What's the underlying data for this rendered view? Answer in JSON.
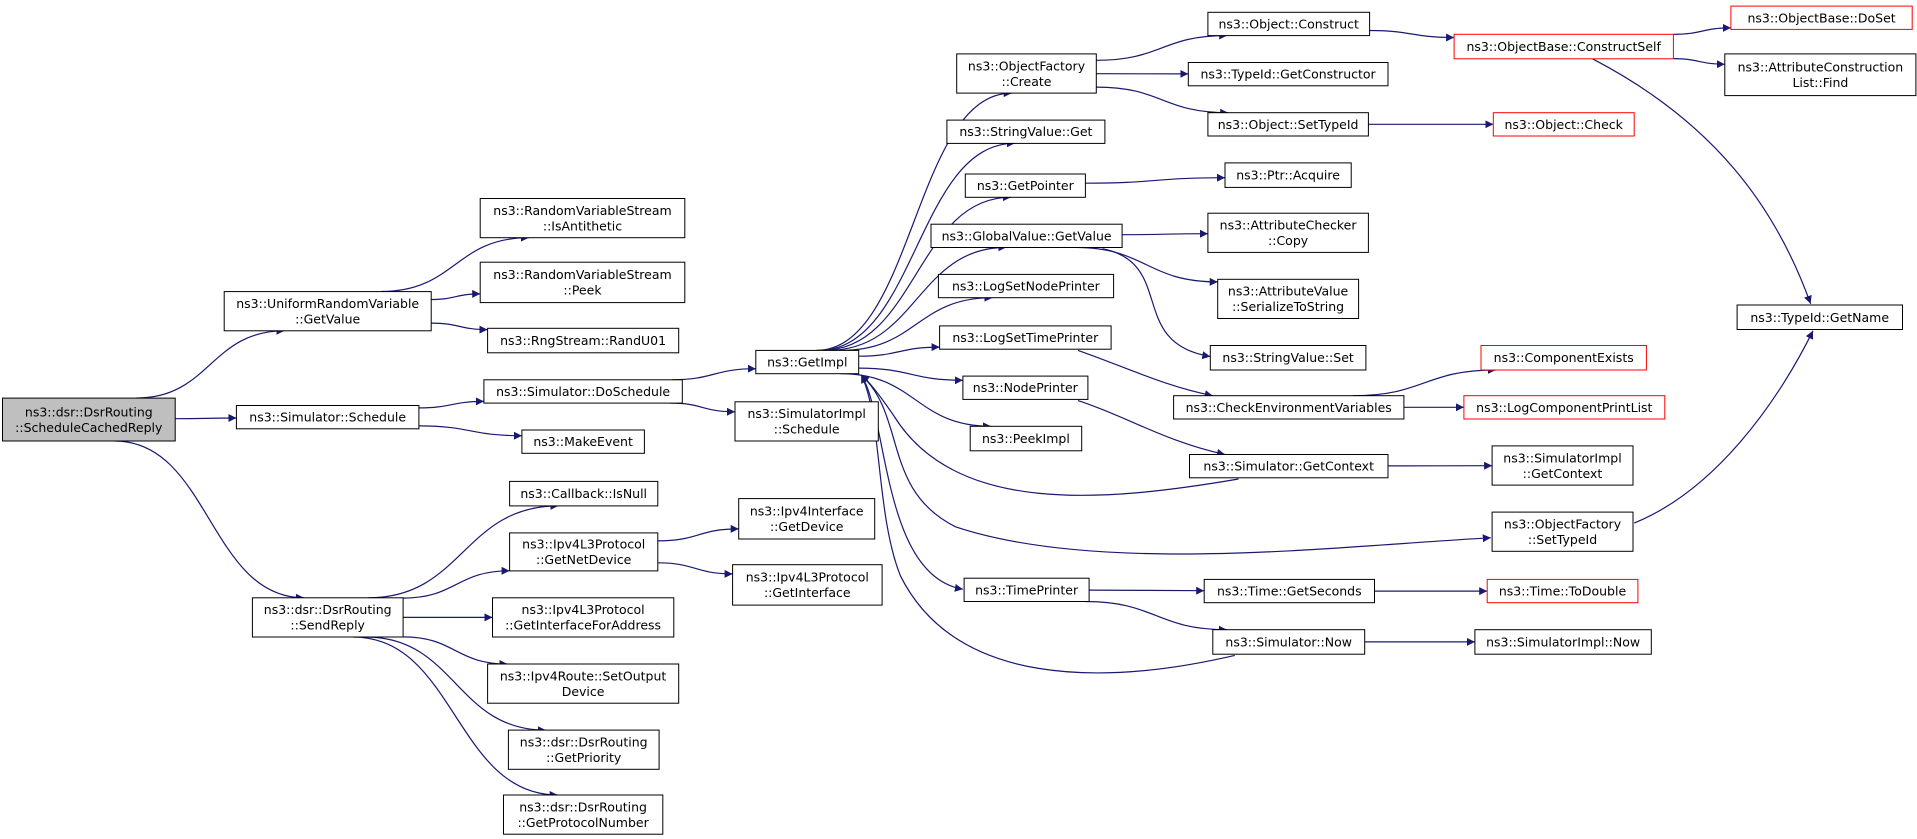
{
  "graph": {
    "colors": {
      "edge": "#191970",
      "truncated_border": "#ff0000",
      "root_fill": "#bfbfbf",
      "node_border": "#000000"
    },
    "nodes": [
      {
        "id": "root",
        "lines": [
          "ns3::dsr::DsrRouting",
          "::ScheduleCachedReply"
        ],
        "kind": "root"
      },
      {
        "id": "urv_getvalue",
        "lines": [
          "ns3::UniformRandomVariable",
          "::GetValue"
        ]
      },
      {
        "id": "rvs_isanti",
        "lines": [
          "ns3::RandomVariableStream",
          "::IsAntithetic"
        ]
      },
      {
        "id": "rvs_peek",
        "lines": [
          "ns3::RandomVariableStream",
          "::Peek"
        ]
      },
      {
        "id": "rng_randu01",
        "lines": [
          "ns3::RngStream::RandU01"
        ]
      },
      {
        "id": "sim_schedule",
        "lines": [
          "ns3::Simulator::Schedule"
        ]
      },
      {
        "id": "sim_doschedule",
        "lines": [
          "ns3::Simulator::DoSchedule"
        ]
      },
      {
        "id": "makeevent",
        "lines": [
          "ns3::MakeEvent"
        ]
      },
      {
        "id": "getimpl",
        "lines": [
          "ns3::GetImpl"
        ]
      },
      {
        "id": "simimpl_schedule",
        "lines": [
          "ns3::SimulatorImpl",
          "::Schedule"
        ]
      },
      {
        "id": "sendreply",
        "lines": [
          "ns3::dsr::DsrRouting",
          "::SendReply"
        ]
      },
      {
        "id": "cb_isnull",
        "lines": [
          "ns3::Callback::IsNull"
        ]
      },
      {
        "id": "ipv4l3_getnetdevice",
        "lines": [
          "ns3::Ipv4L3Protocol",
          "::GetNetDevice"
        ]
      },
      {
        "id": "ipv4if_getdevice",
        "lines": [
          "ns3::Ipv4Interface",
          "::GetDevice"
        ]
      },
      {
        "id": "ipv4l3_getinterface",
        "lines": [
          "ns3::Ipv4L3Protocol",
          "::GetInterface"
        ]
      },
      {
        "id": "ipv4l3_getifaddr",
        "lines": [
          "ns3::Ipv4L3Protocol",
          "::GetInterfaceForAddress"
        ]
      },
      {
        "id": "ipv4route_setout",
        "lines": [
          "ns3::Ipv4Route::SetOutput",
          "Device"
        ]
      },
      {
        "id": "dsr_getpriority",
        "lines": [
          "ns3::dsr::DsrRouting",
          "::GetPriority"
        ]
      },
      {
        "id": "dsr_getprotonum",
        "lines": [
          "ns3::dsr::DsrRouting",
          "::GetProtocolNumber"
        ]
      },
      {
        "id": "objfactory_create",
        "lines": [
          "ns3::ObjectFactory",
          "::Create"
        ]
      },
      {
        "id": "stringvalue_get",
        "lines": [
          "ns3::StringValue::Get"
        ]
      },
      {
        "id": "getpointer",
        "lines": [
          "ns3::GetPointer"
        ]
      },
      {
        "id": "globalvalue_getvalue",
        "lines": [
          "ns3::GlobalValue::GetValue"
        ]
      },
      {
        "id": "logsetnodeprinter",
        "lines": [
          "ns3::LogSetNodePrinter"
        ]
      },
      {
        "id": "logsettimeprinter",
        "lines": [
          "ns3::LogSetTimePrinter"
        ]
      },
      {
        "id": "nodeprinter",
        "lines": [
          "ns3::NodePrinter"
        ]
      },
      {
        "id": "peekimpl",
        "lines": [
          "ns3::PeekImpl"
        ]
      },
      {
        "id": "timeprinter",
        "lines": [
          "ns3::TimePrinter"
        ]
      },
      {
        "id": "object_construct",
        "lines": [
          "ns3::Object::Construct"
        ]
      },
      {
        "id": "typeid_getconstructor",
        "lines": [
          "ns3::TypeId::GetConstructor"
        ]
      },
      {
        "id": "object_settypeid",
        "lines": [
          "ns3::Object::SetTypeId"
        ]
      },
      {
        "id": "ptr_acquire",
        "lines": [
          "ns3::Ptr::Acquire"
        ]
      },
      {
        "id": "attrchecker_copy",
        "lines": [
          "ns3::AttributeChecker",
          "::Copy"
        ]
      },
      {
        "id": "attrvalue_serialize",
        "lines": [
          "ns3::AttributeValue",
          "::SerializeToString"
        ]
      },
      {
        "id": "stringvalue_set",
        "lines": [
          "ns3::StringValue::Set"
        ]
      },
      {
        "id": "checkenvvars",
        "lines": [
          "ns3::CheckEnvironmentVariables"
        ]
      },
      {
        "id": "sim_getcontext",
        "lines": [
          "ns3::Simulator::GetContext"
        ]
      },
      {
        "id": "objfactory_settypeid",
        "lines": [
          "ns3::ObjectFactory",
          "::SetTypeId"
        ]
      },
      {
        "id": "time_getseconds",
        "lines": [
          "ns3::Time::GetSeconds"
        ]
      },
      {
        "id": "sim_now",
        "lines": [
          "ns3::Simulator::Now"
        ]
      },
      {
        "id": "objbase_constructself",
        "lines": [
          "ns3::ObjectBase::ConstructSelf"
        ],
        "kind": "trunc"
      },
      {
        "id": "object_check",
        "lines": [
          "ns3::Object::Check"
        ],
        "kind": "trunc"
      },
      {
        "id": "componentexists",
        "lines": [
          "ns3::ComponentExists"
        ],
        "kind": "trunc"
      },
      {
        "id": "logcomponentprintlist",
        "lines": [
          "ns3::LogComponentPrintList"
        ],
        "kind": "trunc"
      },
      {
        "id": "simimpl_getcontext",
        "lines": [
          "ns3::SimulatorImpl",
          "::GetContext"
        ]
      },
      {
        "id": "time_todouble",
        "lines": [
          "ns3::Time::ToDouble"
        ],
        "kind": "trunc"
      },
      {
        "id": "simimpl_now",
        "lines": [
          "ns3::SimulatorImpl::Now"
        ]
      },
      {
        "id": "objbase_doset",
        "lines": [
          "ns3::ObjectBase::DoSet"
        ],
        "kind": "trunc"
      },
      {
        "id": "attrconstlist_find",
        "lines": [
          "ns3::AttributeConstruction",
          "List::Find"
        ]
      },
      {
        "id": "typeid_getname",
        "lines": [
          "ns3::TypeId::GetName"
        ]
      }
    ],
    "edges": [
      [
        "root",
        "urv_getvalue"
      ],
      [
        "root",
        "sim_schedule"
      ],
      [
        "root",
        "sendreply"
      ],
      [
        "urv_getvalue",
        "rvs_isanti"
      ],
      [
        "urv_getvalue",
        "rvs_peek"
      ],
      [
        "urv_getvalue",
        "rng_randu01"
      ],
      [
        "sim_schedule",
        "sim_doschedule"
      ],
      [
        "sim_schedule",
        "makeevent"
      ],
      [
        "sim_doschedule",
        "getimpl"
      ],
      [
        "sim_doschedule",
        "simimpl_schedule"
      ],
      [
        "sendreply",
        "cb_isnull"
      ],
      [
        "sendreply",
        "ipv4l3_getnetdevice"
      ],
      [
        "sendreply",
        "ipv4l3_getifaddr"
      ],
      [
        "sendreply",
        "ipv4route_setout"
      ],
      [
        "sendreply",
        "dsr_getpriority"
      ],
      [
        "sendreply",
        "dsr_getprotonum"
      ],
      [
        "ipv4l3_getnetdevice",
        "ipv4if_getdevice"
      ],
      [
        "ipv4l3_getnetdevice",
        "ipv4l3_getinterface"
      ],
      [
        "getimpl",
        "objfactory_create"
      ],
      [
        "getimpl",
        "stringvalue_get"
      ],
      [
        "getimpl",
        "getpointer"
      ],
      [
        "getimpl",
        "globalvalue_getvalue"
      ],
      [
        "getimpl",
        "logsetnodeprinter"
      ],
      [
        "getimpl",
        "logsettimeprinter"
      ],
      [
        "getimpl",
        "nodeprinter"
      ],
      [
        "getimpl",
        "peekimpl"
      ],
      [
        "getimpl",
        "objfactory_settypeid"
      ],
      [
        "getimpl",
        "timeprinter"
      ],
      [
        "sim_getcontext",
        "getimpl"
      ],
      [
        "sim_now",
        "getimpl"
      ],
      [
        "objfactory_create",
        "object_construct"
      ],
      [
        "objfactory_create",
        "typeid_getconstructor"
      ],
      [
        "objfactory_create",
        "object_settypeid"
      ],
      [
        "object_construct",
        "objbase_constructself"
      ],
      [
        "objbase_constructself",
        "objbase_doset"
      ],
      [
        "objbase_constructself",
        "attrconstlist_find"
      ],
      [
        "objbase_constructself",
        "typeid_getname"
      ],
      [
        "object_settypeid",
        "object_check"
      ],
      [
        "getpointer",
        "ptr_acquire"
      ],
      [
        "globalvalue_getvalue",
        "attrchecker_copy"
      ],
      [
        "globalvalue_getvalue",
        "attrvalue_serialize"
      ],
      [
        "globalvalue_getvalue",
        "stringvalue_set"
      ],
      [
        "logsettimeprinter",
        "checkenvvars"
      ],
      [
        "checkenvvars",
        "componentexists"
      ],
      [
        "checkenvvars",
        "logcomponentprintlist"
      ],
      [
        "nodeprinter",
        "sim_getcontext"
      ],
      [
        "sim_getcontext",
        "simimpl_getcontext"
      ],
      [
        "objfactory_settypeid",
        "typeid_getname"
      ],
      [
        "timeprinter",
        "time_getseconds"
      ],
      [
        "timeprinter",
        "sim_now"
      ],
      [
        "time_getseconds",
        "time_todouble"
      ],
      [
        "sim_now",
        "simimpl_now"
      ]
    ]
  }
}
